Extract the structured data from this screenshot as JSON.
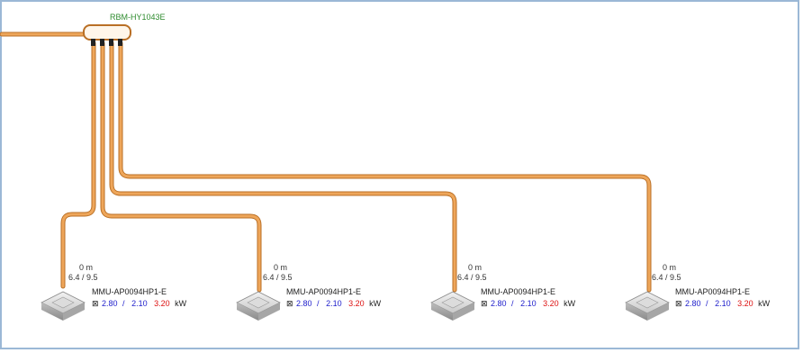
{
  "branch_box": {
    "model": "RBM-HY1043E"
  },
  "units": [
    {
      "length": "0 m",
      "pipe": "6.4 / 9.5",
      "model": "MMU-AP0094HP1-E",
      "cap_cool": "2.80",
      "cap_sep1": "/",
      "cap_heat": "2.10",
      "cap_red": "3.20",
      "unit": "kW"
    },
    {
      "length": "0 m",
      "pipe": "6.4 / 9.5",
      "model": "MMU-AP0094HP1-E",
      "cap_cool": "2.80",
      "cap_sep1": "/",
      "cap_heat": "2.10",
      "cap_red": "3.20",
      "unit": "kW"
    },
    {
      "length": "0 m",
      "pipe": "6.4 / 9.5",
      "model": "MMU-AP0094HP1-E",
      "cap_cool": "2.80",
      "cap_sep1": "/",
      "cap_heat": "2.10",
      "cap_red": "3.20",
      "unit": "kW"
    },
    {
      "length": "0 m",
      "pipe": "6.4 / 9.5",
      "model": "MMU-AP0094HP1-E",
      "cap_cool": "2.80",
      "cap_sep1": "/",
      "cap_heat": "2.10",
      "cap_red": "3.20",
      "unit": "kW"
    }
  ],
  "colors": {
    "pipe_fill": "#e8a050",
    "pipe_outline": "#b96f25",
    "frame_border": "#9bb8d6",
    "branch_text": "#2e8b2e",
    "value_blue": "#2222cc",
    "value_red": "#dd1111"
  }
}
